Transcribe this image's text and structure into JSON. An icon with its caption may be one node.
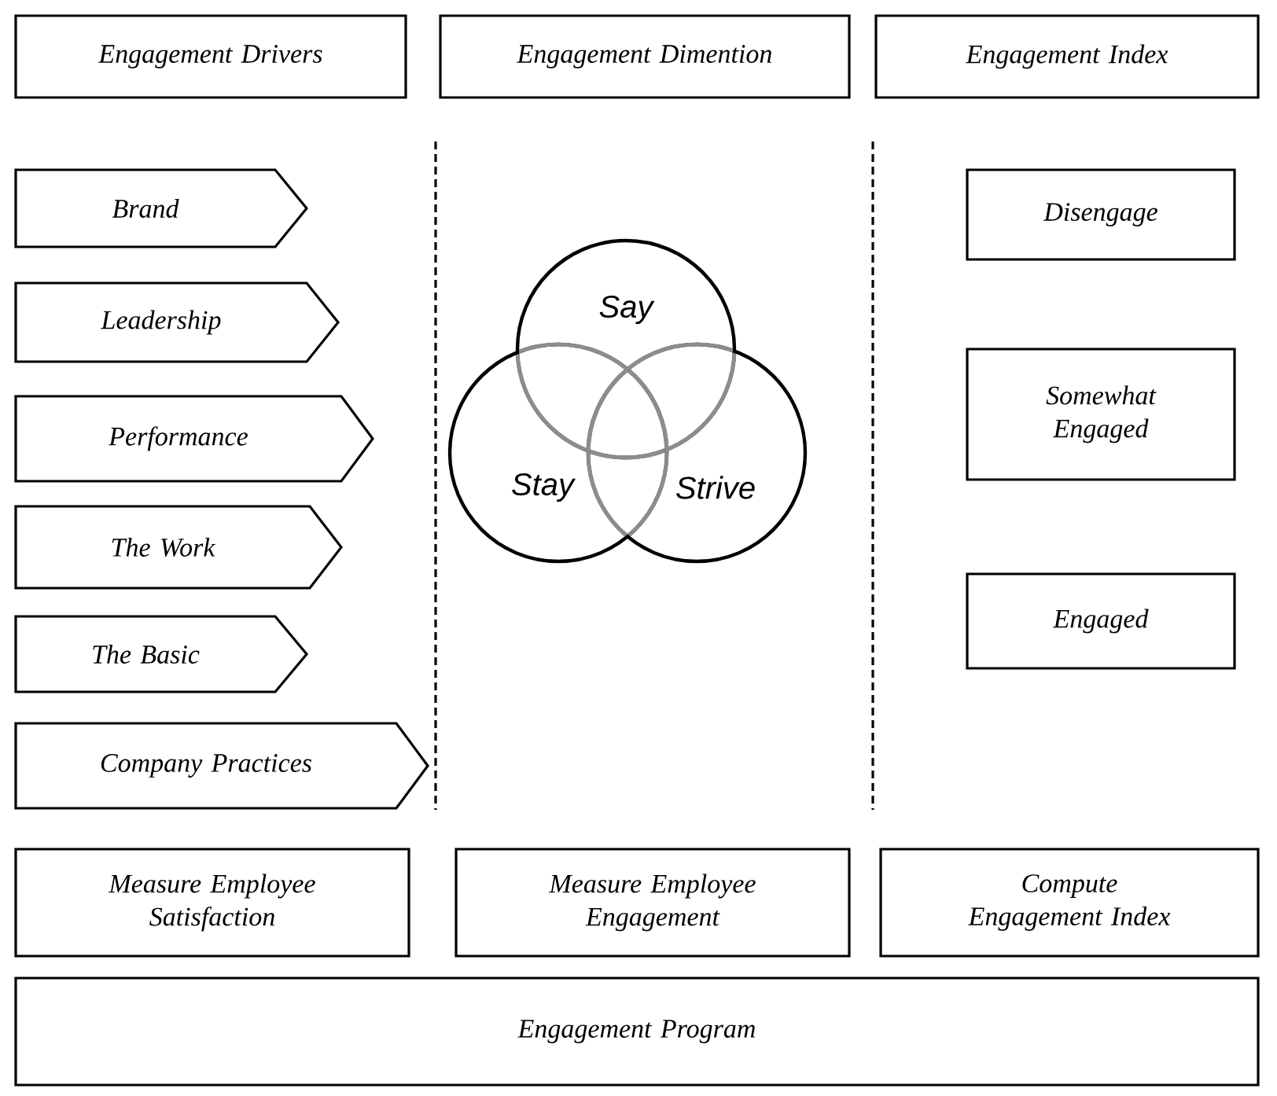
{
  "diagram": {
    "nodes": [
      {
        "text": [
          "Engagement Drivers"
        ]
      },
      {
        "text": [
          "Engagement Dimention"
        ]
      },
      {
        "text": [
          "Engagement Index"
        ]
      },
      {
        "text": [
          "Brand"
        ]
      },
      {
        "text": [
          "Leadership"
        ]
      },
      {
        "text": [
          "Performance"
        ]
      },
      {
        "text": [
          "The Work"
        ]
      },
      {
        "text": [
          "The Basic"
        ]
      },
      {
        "text": [
          "Company Practices"
        ]
      },
      {
        "text": [
          "Say"
        ]
      },
      {
        "text": [
          "Stay"
        ]
      },
      {
        "text": [
          "Strive"
        ]
      },
      {
        "text": [
          "Disengage"
        ]
      },
      {
        "text": [
          "Somewhat Engaged"
        ]
      },
      {
        "text": [
          "Engaged"
        ]
      },
      {
        "text": [
          "Measure Employee Satisfaction"
        ]
      },
      {
        "text": [
          "Measure Employee Engagement"
        ]
      },
      {
        "text": [
          "Compute Engagement Index"
        ]
      },
      {
        "text": [
          "Engagement Program"
        ]
      }
    ]
  }
}
